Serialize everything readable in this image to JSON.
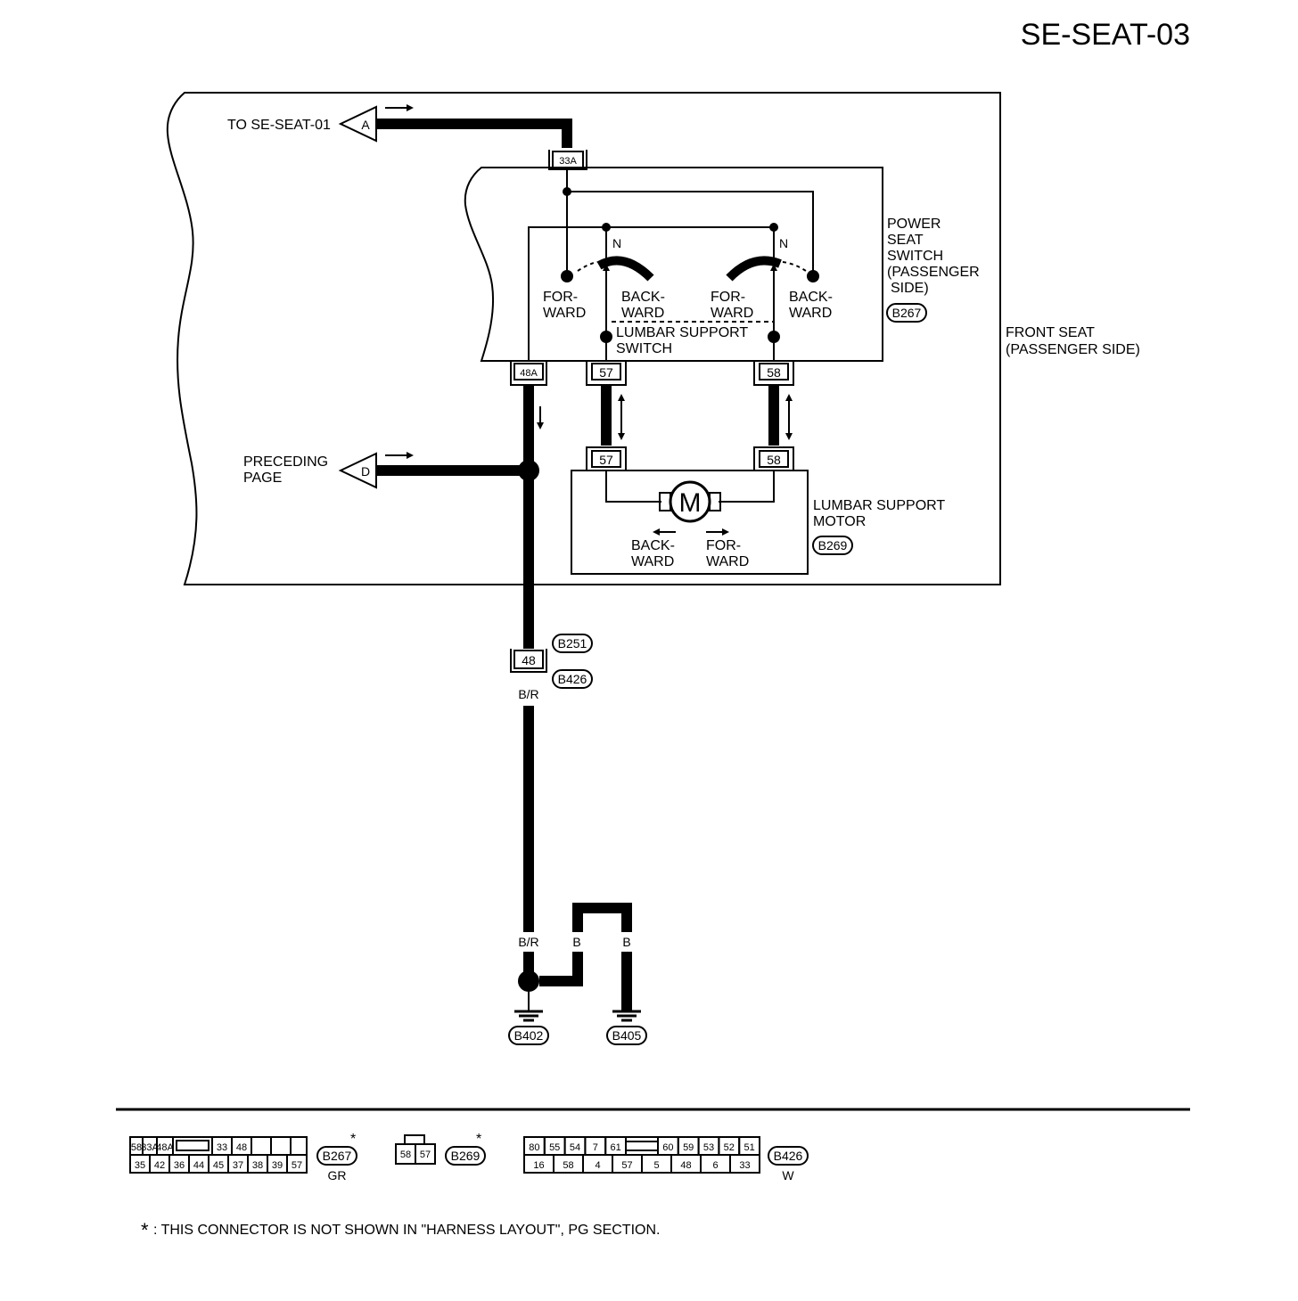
{
  "page_id": "SE-SEAT-03",
  "offpage": {
    "to_label": "TO SE-SEAT-01",
    "to_letter": "A",
    "preceding_label_1": "PRECEDING",
    "preceding_label_2": "PAGE",
    "preceding_letter": "D"
  },
  "enclosures": {
    "front_seat_1": "FRONT SEAT",
    "front_seat_2": "(PASSENGER SIDE)"
  },
  "switch": {
    "name_lines": [
      "POWER",
      "SEAT",
      "SWITCH",
      "(PASSENGER",
      "SIDE)"
    ],
    "connector_id": "B267",
    "neutral_1": "N",
    "neutral_2": "N",
    "forward_1": "FOR-",
    "forward_2": "WARD",
    "backward_1": "BACK-",
    "backward_2": "WARD",
    "lumbar_1": "LUMBAR SUPPORT",
    "lumbar_2": "SWITCH"
  },
  "motor": {
    "name_1": "LUMBAR SUPPORT",
    "name_2": "MOTOR",
    "connector_id": "B269",
    "symbol": "M",
    "backward_1": "BACK-",
    "backward_2": "WARD",
    "forward_1": "FOR-",
    "forward_2": "WARD"
  },
  "terminals": {
    "t33a": "33A",
    "t48a": "48A",
    "t57": "57",
    "t58": "58",
    "m57": "57",
    "m58": "58",
    "t48": "48"
  },
  "inline_connectors": {
    "upper": "B251",
    "lower": "B426"
  },
  "wire_colors": {
    "br_1": "B/R",
    "br_2": "B/R",
    "b_1": "B",
    "b_2": "B"
  },
  "grounds": {
    "left": "B402",
    "right": "B405"
  },
  "connector_views": {
    "b267": {
      "id": "B267",
      "color": "GR",
      "star": "*",
      "top_row": [
        "58",
        "33A",
        "48A",
        "",
        "33",
        "48",
        "",
        ""
      ],
      "bottom_row": [
        "35",
        "42",
        "36",
        "44",
        "45",
        "37",
        "38",
        "39",
        "57"
      ]
    },
    "b269": {
      "id": "B269",
      "star": "*",
      "pins": [
        "58",
        "57"
      ]
    },
    "b426": {
      "id": "B426",
      "color": "W",
      "top_left": [
        "80",
        "55",
        "54",
        "7",
        "61"
      ],
      "top_right": [
        "60",
        "59",
        "53",
        "52",
        "51"
      ],
      "bottom_row": [
        "16",
        "58",
        "4",
        "57",
        "5",
        "48",
        "6",
        "33"
      ]
    }
  },
  "footnote": {
    "star": "*",
    "text": ": THIS CONNECTOR IS NOT SHOWN IN \"HARNESS LAYOUT\", PG SECTION."
  }
}
